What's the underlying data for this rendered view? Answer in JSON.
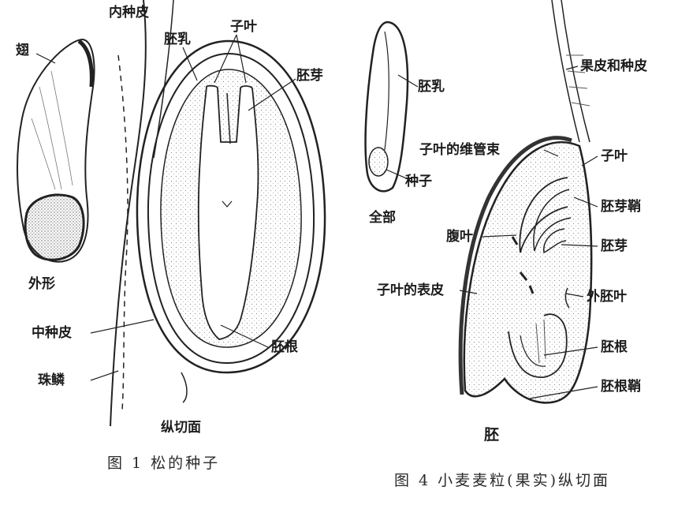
{
  "figure1": {
    "labels": {
      "wing": "翅",
      "inner_coat": "内种皮",
      "endosperm": "胚乳",
      "cotyledon": "子叶",
      "plumule": "胚芽",
      "outer_view": "外形",
      "middle_coat": "中种皮",
      "scale": "珠鳞",
      "radicle": "胚根",
      "section": "纵切面"
    },
    "caption": "图 1  松的种子"
  },
  "figure4": {
    "labels": {
      "endosperm": "胚乳",
      "pericarp_coat": "果皮和种皮",
      "vascular": "子叶的维管束",
      "cotyledon": "子叶",
      "seed": "种子",
      "whole": "全部",
      "coleoptile": "胚芽鞘",
      "ventral_leaf": "腹叶",
      "plumule": "胚芽",
      "cot_epidermis": "子叶的表皮",
      "epiblast": "外胚叶",
      "radicle": "胚根",
      "coleorhiza": "胚根鞘",
      "embryo": "胚"
    },
    "caption": "图 4  小麦麦粒(果实)纵切面"
  },
  "colors": {
    "ink": "#1c1c1c",
    "stipple": "#9a9a9a",
    "background": "#ffffff"
  }
}
